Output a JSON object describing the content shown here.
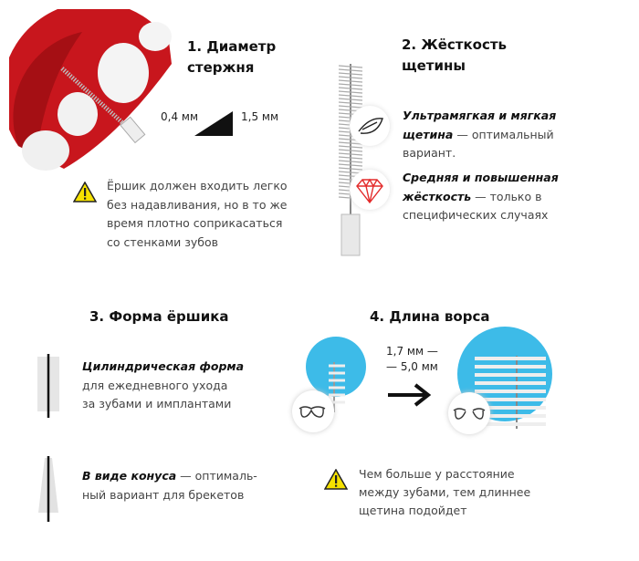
{
  "section1": {
    "title_line1": "1. Диаметр",
    "title_line2": "стержня",
    "min_label": "0,4 мм",
    "max_label": "1,5 мм",
    "warning_lines": [
      "Ёршик должен входить легко",
      "без надавливания, но в то же",
      "время плотно соприкасаться",
      "со стенками зубов"
    ]
  },
  "section2": {
    "title_line1": "2. Жёсткость",
    "title_line2": "щетины",
    "soft": {
      "em1": "Ультрамягкая и мягкая",
      "em2": "щетина",
      "rest2": " — оптимальный",
      "line3": "вариант."
    },
    "hard": {
      "em1": "Средняя и повышенная",
      "em2": "жёсткость",
      "rest2": " — только в",
      "line3": "специфических случаях"
    }
  },
  "section3": {
    "title": "3. Форма ёршика",
    "cylinder": {
      "em": "Цилиндрическая форма",
      "line2": "для ежедневного ухода",
      "line3": "за зубами и имплантами"
    },
    "cone": {
      "em": "В виде конуса",
      "rest1": " — оптималь-",
      "line2": "ный вариант для брекетов"
    }
  },
  "section4": {
    "title": "4. Длина ворса",
    "range_line1": "1,7 мм —",
    "range_line2": "— 5,0 мм",
    "warning_lines": [
      "Чем больше у расстояние",
      "между зубами, тем длиннее",
      "щетина подойдет"
    ]
  },
  "colors": {
    "gum": "#c8161d",
    "accent_blue": "#3dbbe8",
    "warning": "#f5e100",
    "diamond": "#e32b2b"
  }
}
